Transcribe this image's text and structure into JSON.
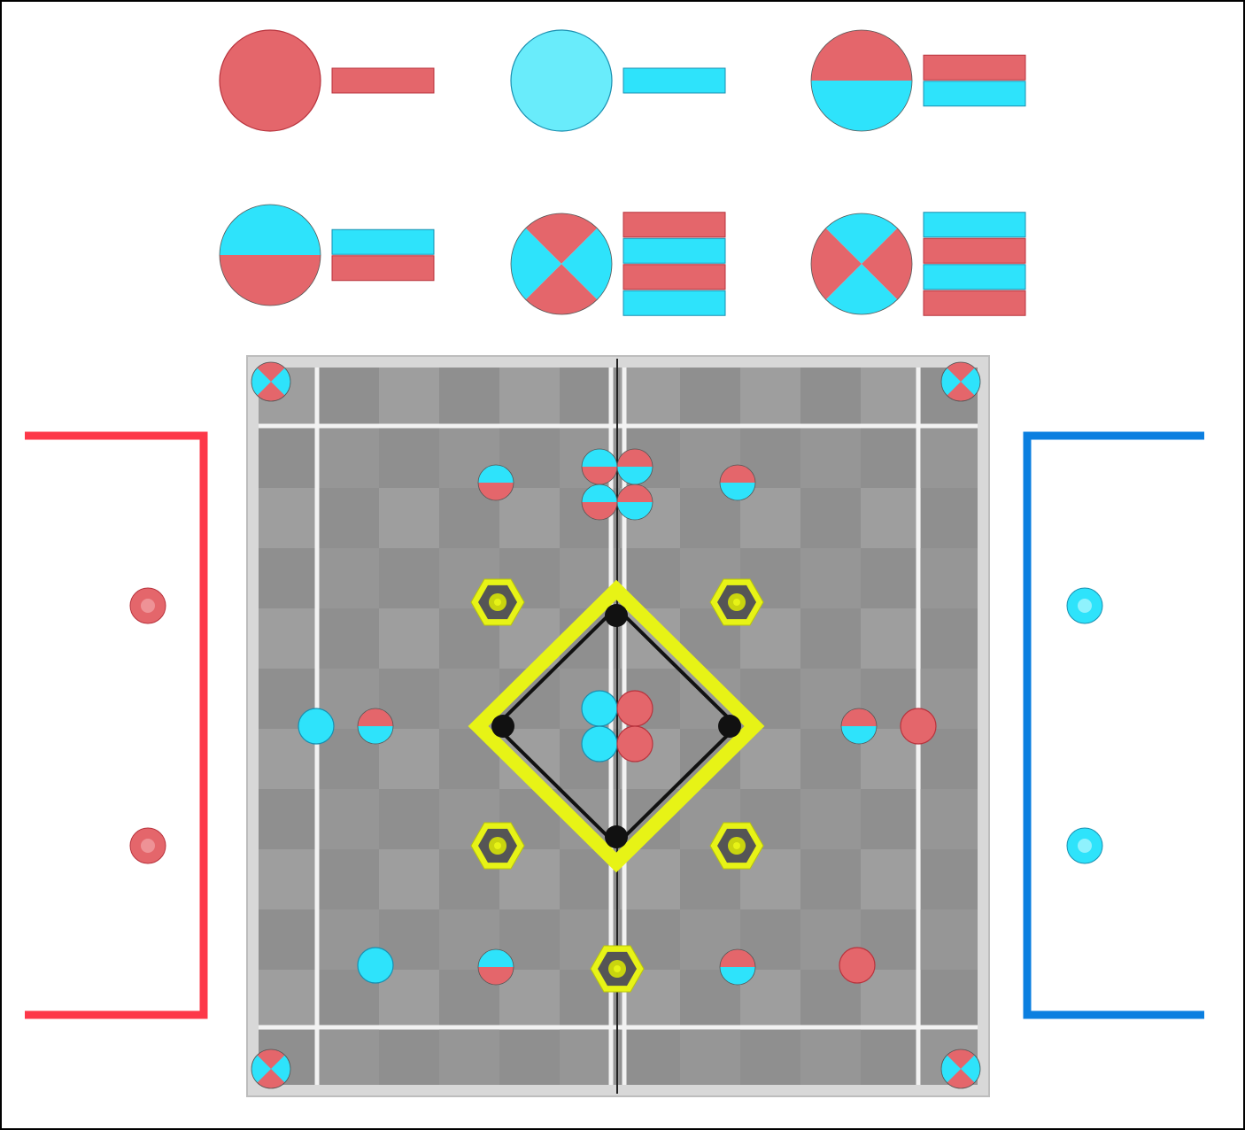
{
  "colors": {
    "red": "#e4666b",
    "red_stroke": "#b8333d",
    "cyan": "#2ee3fb",
    "cyan_light": "#69ecfb",
    "cyan_stroke": "#1a8fb0",
    "red_zone": "#fd3849",
    "blue_zone": "#0b7fe0",
    "yellow": "#e7f316",
    "field_dark": "#8c8c8c",
    "field_light": "#9f9f9f",
    "field_line": "#f2f2f2"
  },
  "legend": [
    {
      "id": "all-red",
      "pattern": "solid-red",
      "bars": [
        "red"
      ]
    },
    {
      "id": "all-blue",
      "pattern": "solid-cyan",
      "bars": [
        "cyan"
      ]
    },
    {
      "id": "red-top",
      "pattern": "red-top-half",
      "bars": [
        "red",
        "cyan"
      ]
    },
    {
      "id": "blue-top",
      "pattern": "cyan-top-half",
      "bars": [
        "cyan",
        "red"
      ]
    },
    {
      "id": "quarter-red-vertical",
      "pattern": "red-top-bottom-quarters",
      "bars": [
        "red",
        "cyan",
        "red",
        "cyan"
      ]
    },
    {
      "id": "quarter-blue-vertical",
      "pattern": "cyan-top-bottom-quarters",
      "bars": [
        "cyan",
        "red",
        "cyan",
        "red"
      ]
    }
  ],
  "zones": {
    "red": {
      "name": "red-starting-zone",
      "markers": 2
    },
    "blue": {
      "name": "blue-starting-zone",
      "markers": 2
    }
  },
  "field": {
    "corner_tokens": 4,
    "goal_posts": 5,
    "center_zone": "diamond"
  }
}
